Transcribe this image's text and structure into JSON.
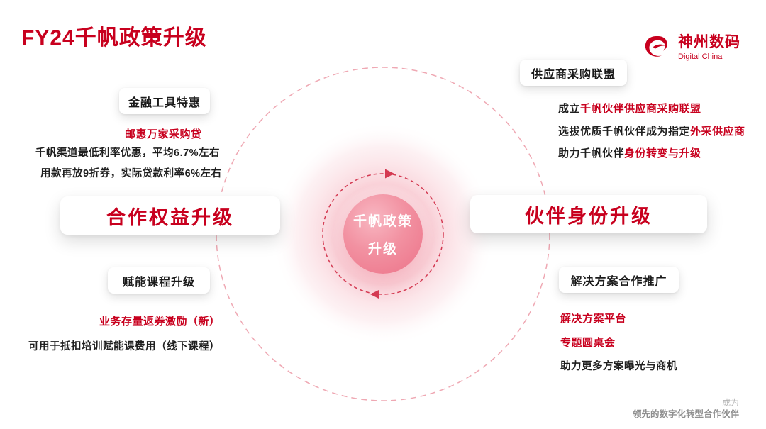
{
  "title": "FY24千帆政策升级",
  "logo": {
    "cn": "神州数码",
    "en": "Digital China"
  },
  "center": {
    "line1": "千帆政策",
    "line2": "升级"
  },
  "left": {
    "finance_card": "金融工具特惠",
    "finance_highlight": "邮惠万家采购贷",
    "finance_line1": "千帆渠道最低利率优惠，平均6.7%左右",
    "finance_line2": "用款再放9折券，实际贷款利率6%左右",
    "main_card": "合作权益升级",
    "course_card": "赋能课程升级",
    "course_highlight": "业务存量返券激励（新）",
    "course_line": "可用于抵扣培训赋能课费用（线下课程）"
  },
  "right": {
    "alliance_card": "供应商采购联盟",
    "alliance_line1_black": "成立",
    "alliance_line1_red": "千帆伙伴供应商采购联盟",
    "alliance_line2_black": "选拔优质千帆伙伴成为指定",
    "alliance_line2_red": "外采供应商",
    "alliance_line3_black": "助力千帆伙伴",
    "alliance_line3_red": "身份转变与升级",
    "main_card": "伙伴身份升级",
    "solution_card": "解决方案合作推广",
    "solution_highlight1": "解决方案平台",
    "solution_highlight2": "专题圆桌会",
    "solution_line": "助力更多方案曝光与商机"
  },
  "footer": {
    "line1": "成为",
    "line2": "领先的数字化转型合作伙伴"
  },
  "colors": {
    "brand_red": "#C8001E",
    "center_pink": "#EE8094",
    "ring_pink": "#EFA8B3"
  }
}
